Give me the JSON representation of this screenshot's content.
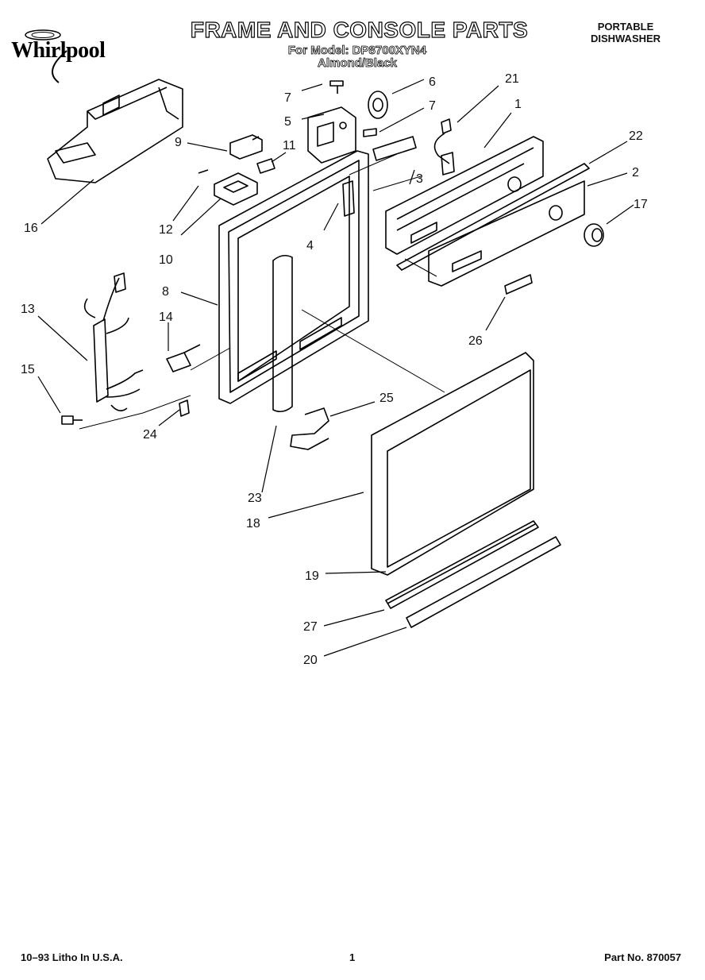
{
  "header": {
    "brand": "Whirlpool",
    "title": "FRAME AND CONSOLE PARTS",
    "model_line": "For Model: DP8700XYN4",
    "color_line": "Almond/Black",
    "category_line1": "PORTABLE",
    "category_line2": "DISHWASHER"
  },
  "callouts": [
    {
      "id": "c1",
      "label": "1"
    },
    {
      "id": "c2",
      "label": "2"
    },
    {
      "id": "c3",
      "label": "3"
    },
    {
      "id": "c4",
      "label": "4"
    },
    {
      "id": "c5",
      "label": "5"
    },
    {
      "id": "c6",
      "label": "6"
    },
    {
      "id": "c7a",
      "label": "7"
    },
    {
      "id": "c7b",
      "label": "7"
    },
    {
      "id": "c8",
      "label": "8"
    },
    {
      "id": "c9",
      "label": "9"
    },
    {
      "id": "c10",
      "label": "10"
    },
    {
      "id": "c11",
      "label": "11"
    },
    {
      "id": "c12",
      "label": "12"
    },
    {
      "id": "c13",
      "label": "13"
    },
    {
      "id": "c14",
      "label": "14"
    },
    {
      "id": "c15",
      "label": "15"
    },
    {
      "id": "c16",
      "label": "16"
    },
    {
      "id": "c17",
      "label": "17"
    },
    {
      "id": "c18",
      "label": "18"
    },
    {
      "id": "c19",
      "label": "19"
    },
    {
      "id": "c20",
      "label": "20"
    },
    {
      "id": "c21",
      "label": "21"
    },
    {
      "id": "c22",
      "label": "22"
    },
    {
      "id": "c23",
      "label": "23"
    },
    {
      "id": "c24",
      "label": "24"
    },
    {
      "id": "c25",
      "label": "25"
    },
    {
      "id": "c26",
      "label": "26"
    },
    {
      "id": "c27",
      "label": "27"
    }
  ],
  "footer": {
    "print_info": "10–93 Litho In U.S.A.",
    "page_number": "1",
    "part_number": "Part No. 870057"
  }
}
